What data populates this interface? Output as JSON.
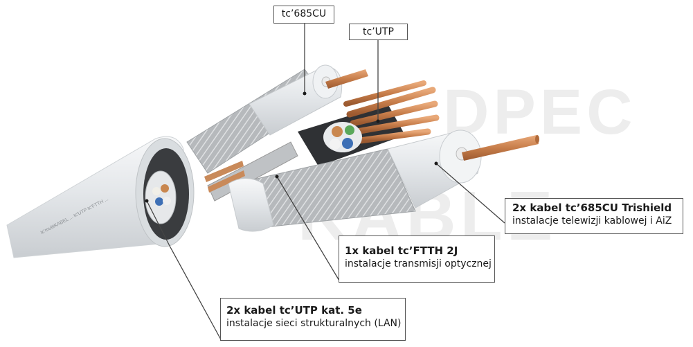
{
  "watermark": {
    "top": "DPEC",
    "bottom": "KABLE"
  },
  "tags": {
    "coax_top": "tc’685CU",
    "utp_top": "tc’UTP"
  },
  "callouts": [
    {
      "title": "2x kabel tc’685CU Trishield",
      "subtitle": "instalacje telewizji kablowej i AiZ"
    },
    {
      "title": "1x kabel tc’FTTH 2J",
      "subtitle": "instalacje transmisji optycznej"
    },
    {
      "title": "2x kabel tc’UTP kat. 5e",
      "subtitle": "instalacje sieci strukturalnych (LAN)"
    }
  ],
  "colors": {
    "jacket": "#e9ecef",
    "braid": "#b9bcbf",
    "copper": "#c77d4a",
    "line": "#444444"
  }
}
